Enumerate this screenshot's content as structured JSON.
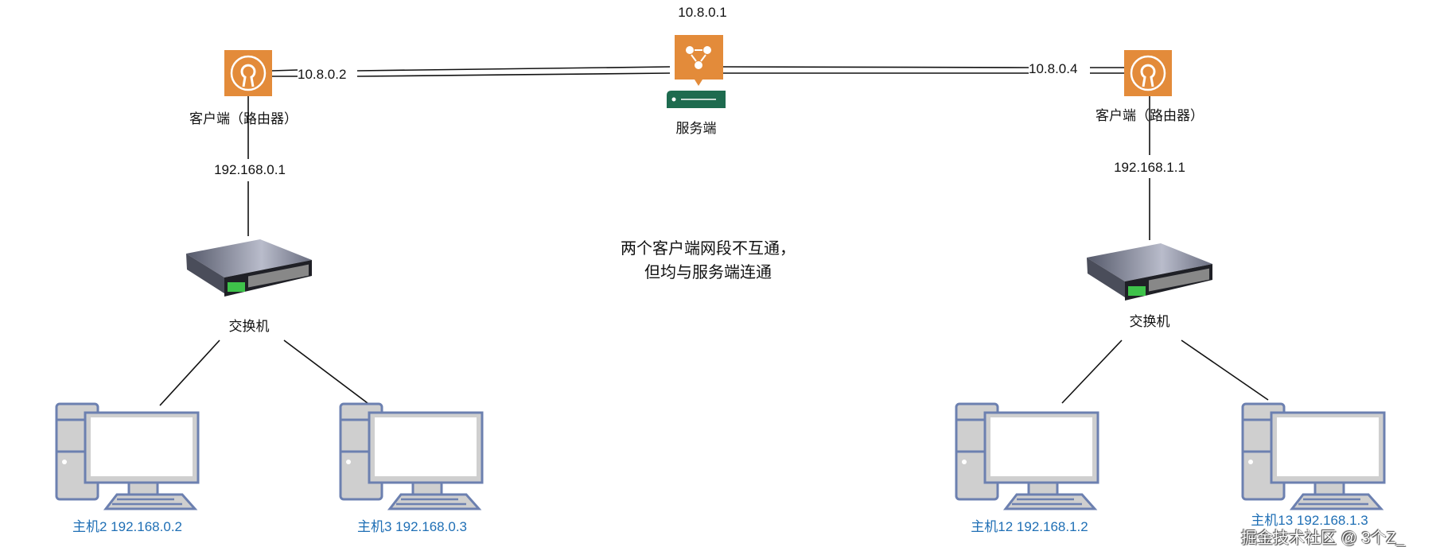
{
  "server": {
    "ip": "10.8.0.1",
    "label": "服务端"
  },
  "client_left": {
    "label": "客户端（路由器）",
    "vpn_ip": "10.8.0.2",
    "lan_ip": "192.168.0.1"
  },
  "client_right": {
    "label": "客户端（路由器）",
    "vpn_ip": "10.8.0.4",
    "lan_ip": "192.168.1.1"
  },
  "switch_left": {
    "label": "交换机"
  },
  "switch_right": {
    "label": "交换机"
  },
  "hosts": [
    {
      "label": "主机2 192.168.0.2"
    },
    {
      "label": "主机3 192.168.0.3"
    },
    {
      "label": "主机12 192.168.1.2"
    },
    {
      "label": "主机13 192.168.1.3"
    }
  ],
  "note": {
    "line1": "两个客户端网段不互通，",
    "line2": "但均与服务端连通"
  },
  "watermark": "掘金技术社区 @ 3个Z_",
  "colors": {
    "vpn_orange": "#e38b3a",
    "server_green": "#1e6b4f",
    "host_label": "#1f6fb5",
    "pc_outline": "#6c80b0",
    "pc_fill": "#cfcfcf"
  }
}
